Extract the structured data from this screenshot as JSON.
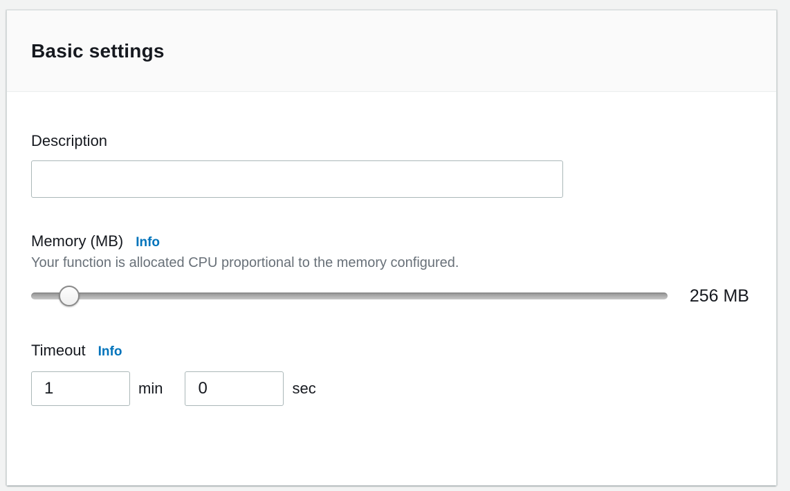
{
  "panel": {
    "title": "Basic settings"
  },
  "description": {
    "label": "Description",
    "value": "",
    "placeholder": ""
  },
  "memory": {
    "label": "Memory (MB)",
    "info_label": "Info",
    "helper": "Your function is allocated CPU proportional to the memory configured.",
    "value_display": "256 MB",
    "slider_percent": 6
  },
  "timeout": {
    "label": "Timeout",
    "info_label": "Info",
    "minutes_value": "1",
    "minutes_unit": "min",
    "seconds_value": "0",
    "seconds_unit": "sec"
  },
  "colors": {
    "info_link": "#0073bb",
    "text_primary": "#16191f",
    "text_secondary": "#687078",
    "input_border": "#aab7b8",
    "header_bg": "#fafafa",
    "page_bg": "#f2f3f3"
  }
}
